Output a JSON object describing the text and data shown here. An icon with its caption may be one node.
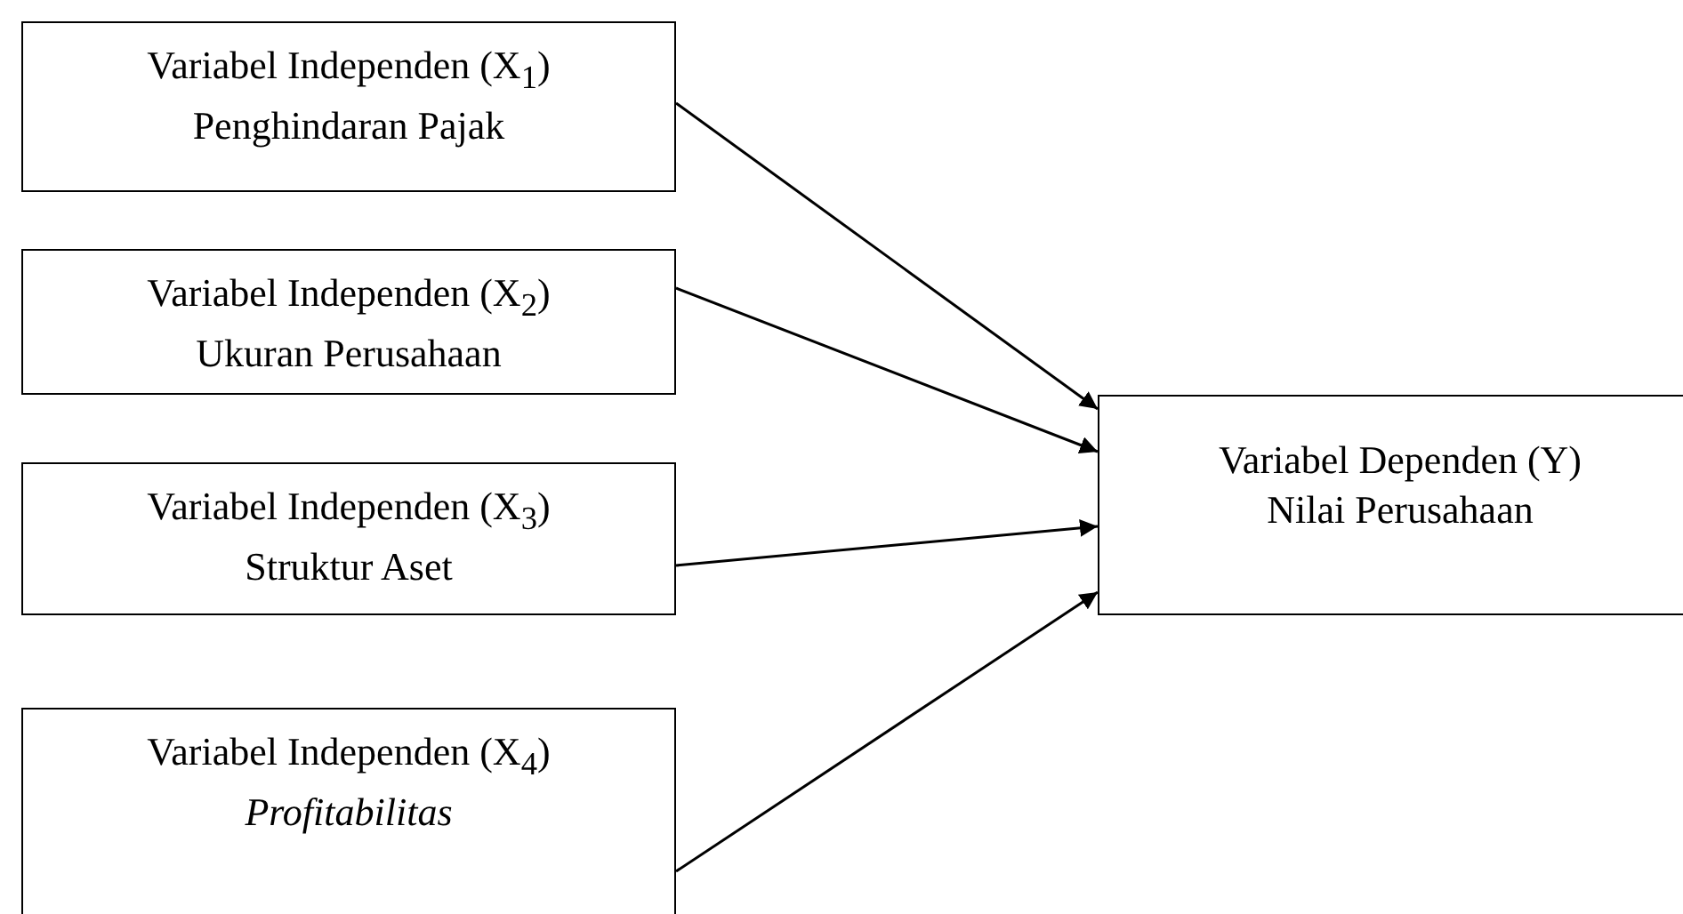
{
  "diagram": {
    "nodes": [
      {
        "text": [
          "Variabel Independen (X$_{1}$)",
          "Penghindaran Pajak"
        ]
      },
      {
        "text": [
          "Variabel Independen (X$_{2}$)",
          "Ukuran Perusahaan"
        ]
      },
      {
        "text": [
          "Variabel Independen (X$_{3}$)",
          "Struktur Aset"
        ]
      },
      {
        "text": [
          "Variabel Independen (X$_{4}$)",
          "*Profitabilitas*"
        ]
      },
      {
        "text": [
          "Variabel Dependen (Y)",
          "Nilai Perusahaan"
        ]
      }
    ],
    "edges": [
      {
        "from": 0,
        "to": 4,
        "arrow": "to"
      },
      {
        "from": 1,
        "to": 4,
        "arrow": "to"
      },
      {
        "from": 2,
        "to": 4,
        "arrow": "to"
      },
      {
        "from": 3,
        "to": 4,
        "arrow": "to"
      }
    ]
  }
}
